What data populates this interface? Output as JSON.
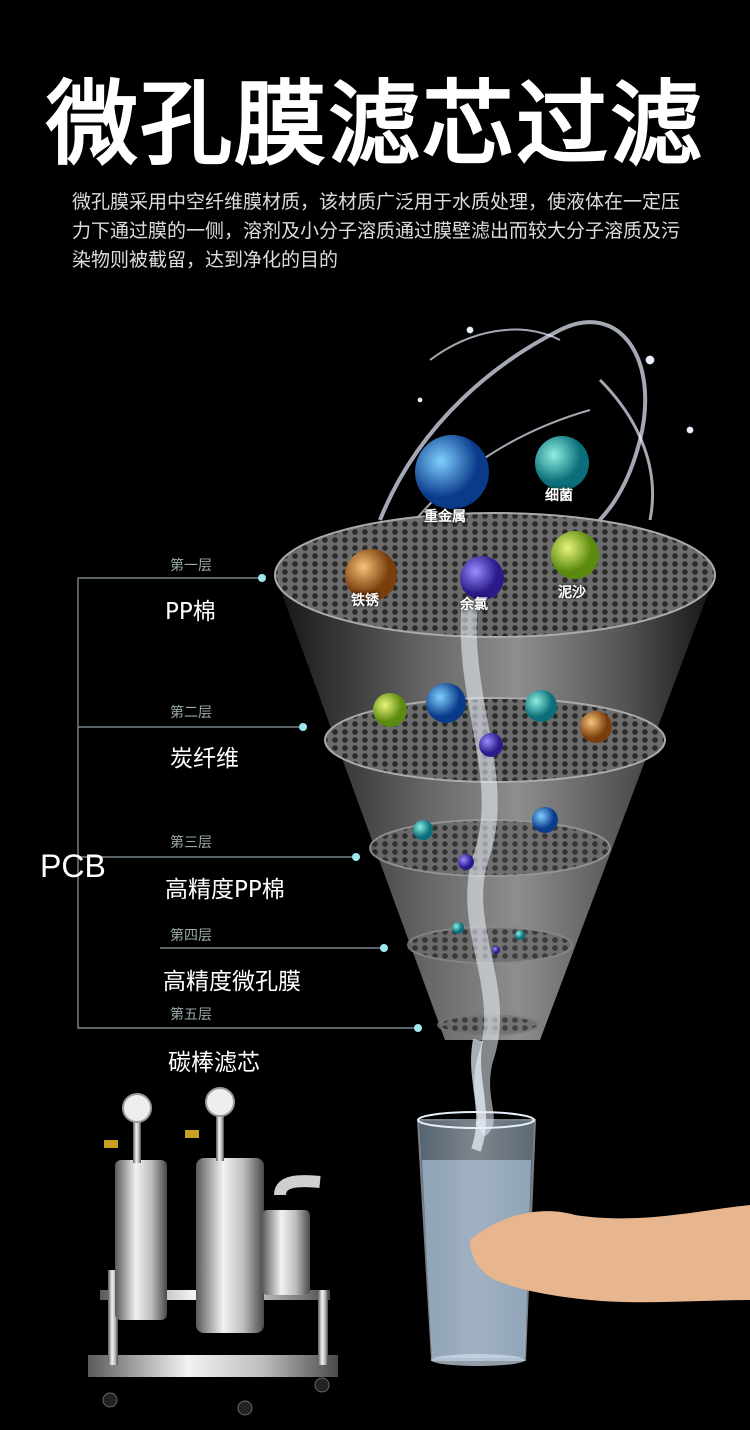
{
  "title": "微孔膜滤芯过滤",
  "description": "微孔膜采用中空纤维膜材质，该材质广泛用于水质处理，使液体在一定压力下通过膜的一侧，溶剂及小分子溶质通过膜壁滤出而较大分子溶质及污染物则被截留，达到净化的目的",
  "group_label": "PCB",
  "layers": [
    {
      "index": "第一层",
      "name": "PP棉"
    },
    {
      "index": "第二层",
      "name": "炭纤维"
    },
    {
      "index": "第三层",
      "name": "高精度PP棉"
    },
    {
      "index": "第四层",
      "name": "高精度微孔膜"
    },
    {
      "index": "第五层",
      "name": "碳棒滤芯"
    }
  ],
  "contaminants": [
    "重金属",
    "细菌",
    "铁锈",
    "余氯",
    "泥沙"
  ],
  "colors": {
    "line": "#8fa0a6",
    "dot": "#9fe8f0",
    "accent_water": "#cfe8ff"
  }
}
